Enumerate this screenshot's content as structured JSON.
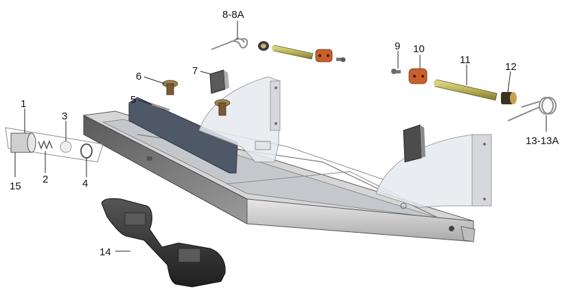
{
  "diagram": {
    "callouts": [
      {
        "id": "c1",
        "label": "1"
      },
      {
        "id": "c2",
        "label": "2"
      },
      {
        "id": "c3",
        "label": "3"
      },
      {
        "id": "c4",
        "label": "4"
      },
      {
        "id": "c5",
        "label": "5"
      },
      {
        "id": "c6",
        "label": "6"
      },
      {
        "id": "c7",
        "label": "7"
      },
      {
        "id": "c8",
        "label": "8-8A"
      },
      {
        "id": "c9",
        "label": "9"
      },
      {
        "id": "c10",
        "label": "10"
      },
      {
        "id": "c11",
        "label": "11"
      },
      {
        "id": "c12",
        "label": "12"
      },
      {
        "id": "c13",
        "label": "13-13A"
      },
      {
        "id": "c14",
        "label": "14"
      },
      {
        "id": "c15",
        "label": "15"
      }
    ],
    "colors": {
      "frame_light": "#cfcfcf",
      "frame_dark": "#6e6e6e",
      "glass": "#e3e6ea",
      "rod": "#b8b25a",
      "bushing": "#c9602c",
      "pad": "#3a3a3a",
      "knob": "#8a6a3a"
    }
  }
}
